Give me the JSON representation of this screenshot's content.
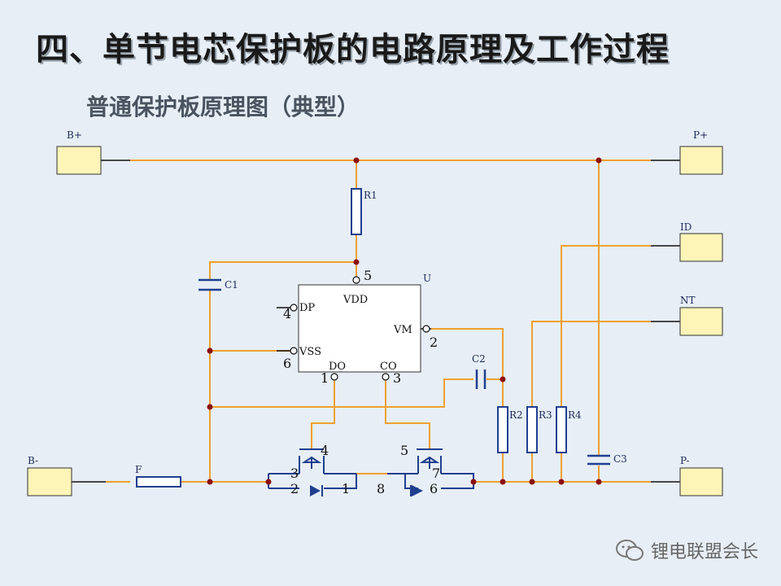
{
  "title": "四、单节电芯保护板的电路原理及工作过程",
  "subtitle": "普通保护板原理图（典型）",
  "watermark": {
    "text": "锂电联盟会长",
    "icon": "wechat-icon"
  },
  "colors": {
    "wire": "#f0a030",
    "component": "#1f3f8f",
    "terminal_fill": "#fdf5b8",
    "node": "#8b1010"
  },
  "terminals": {
    "b_plus": "B+",
    "p_plus": "P+",
    "id": "ID",
    "nt": "NT",
    "b_minus": "B-",
    "p_minus": "P-"
  },
  "components": {
    "r1": "R1",
    "r2": "R2",
    "r3": "R3",
    "r4": "R4",
    "c1": "C1",
    "c2": "C2",
    "c3": "C3",
    "fuse": "F",
    "chip_ref": "U"
  },
  "ic": {
    "vdd": "VDD",
    "vm": "VM",
    "dp": "DP",
    "vss": "VSS",
    "do": "DO",
    "co": "CO",
    "pin_vdd": "5",
    "pin_vm": "2",
    "pin_dp": "4",
    "pin_vss": "6",
    "pin_do": "1",
    "pin_co": "3"
  },
  "mosfets": {
    "m1_gate": "4",
    "m1_source": "3",
    "m1_source2": "2",
    "m1_drain": "1",
    "m2_gate": "5",
    "m2_drain": "8",
    "m2_source": "7",
    "m2_source2": "6"
  }
}
